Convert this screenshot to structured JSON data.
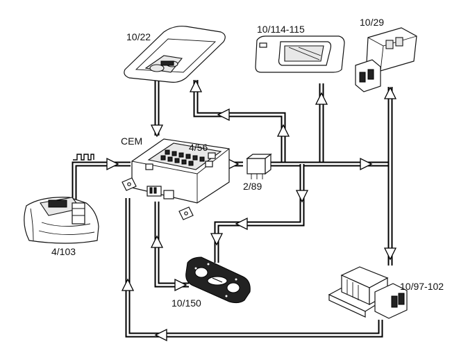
{
  "labels": {
    "roof_console": "10/22",
    "sun_visor": "10/114-115",
    "door_switch": "10/29",
    "cem": "CEM",
    "cem_connector": "4/56",
    "relay": "2/89",
    "instrument": "4/103",
    "rear_light": "10/150",
    "trunk_light": "10/97-102"
  },
  "colors": {
    "wire": "#000000",
    "background": "#ffffff"
  }
}
